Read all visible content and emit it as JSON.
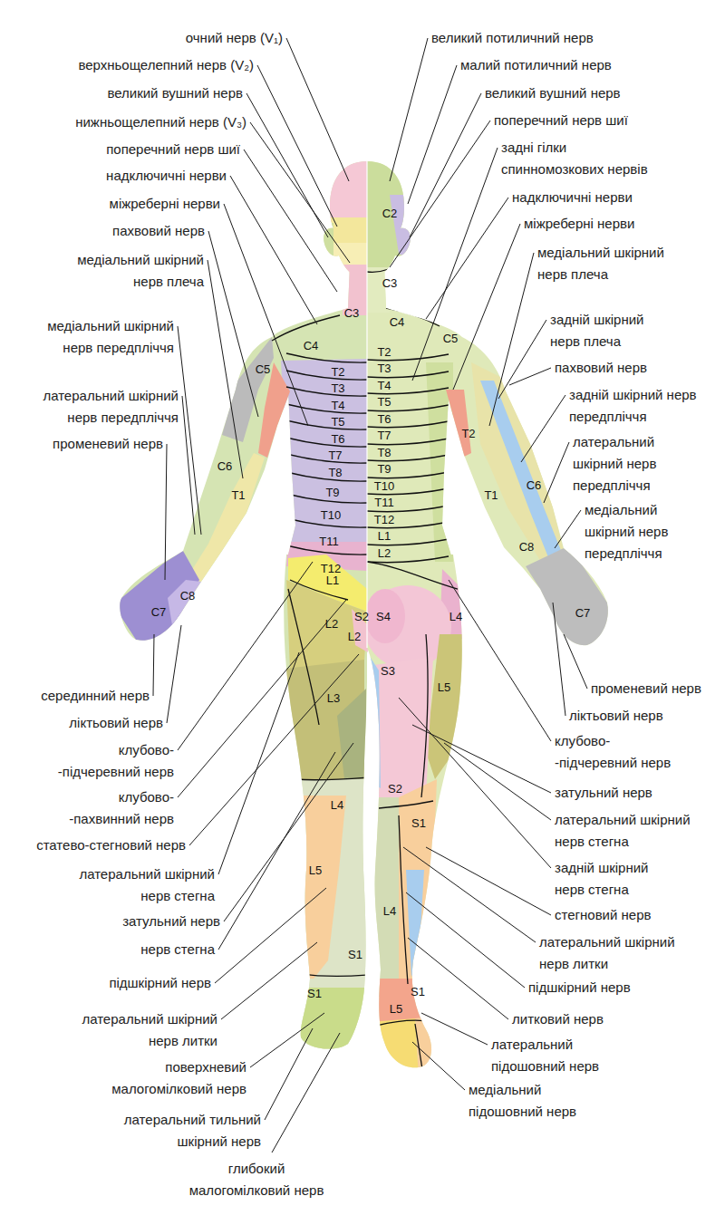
{
  "diagram": {
    "labels": [
      "очний нерв (V₁)",
      "верхньощелепний нерв (V₂)",
      "великий вушний нерв",
      "нижньощелепний нерв (V₃)",
      "поперечний нерв шиї",
      "надключичні нерви",
      "міжреберні нерви",
      "пахвовий нерв",
      "медіальний шкірний нерв плеча",
      "медіальний шкірний нерв передпліччя",
      "латеральний шкірний нерв передпліччя",
      "променевий нерв",
      "серединний нерв",
      "ліктьовий нерв",
      "клубово- -підчеревний нерв",
      "клубово- -пахвинний нерв",
      "статево-стегновий нерв",
      "латеральний шкірний нерв стегна",
      "затульний нерв",
      "нерв стегна",
      "підшкірний нерв",
      "латеральний шкірний нерв литки",
      "поверхневий малогомілковий нерв",
      "латеральний тильний шкірний нерв",
      "глибокий малогомілковий нерв",
      "великий потиличний нерв",
      "малий потиличний нерв",
      "великий вушний нерв",
      "поперечний нерв шиї",
      "задні гілки спинномозкових нервів",
      "надключичні нерви",
      "міжреберні нерви",
      "медіальний шкірний нерв плеча",
      "задній шкірний нерв плеча",
      "пахвовий нерв",
      "задній шкірний нерв передпліччя",
      "латеральний шкірний нерв передпліччя",
      "медіальний шкірний нерв передпліччя",
      "променевий нерв",
      "ліктьовий нерв",
      "клубово- -підчеревний нерв",
      "затульний нерв",
      "латеральний шкірний нерв стегна",
      "задній шкірний нерв стегна",
      "стегновий нерв",
      "латеральний шкірний нерв литки",
      "підшкірний нерв",
      "литковий нерв",
      "латеральний підошовний нерв",
      "медіальний підошовний нерв",
      "C3",
      "C4",
      "C5",
      "T2",
      "T3",
      "T4",
      "T5",
      "T6",
      "T7",
      "T8",
      "T9",
      "T10",
      "T11",
      "T12",
      "C6",
      "T1",
      "C8",
      "C7",
      "L1",
      "S2",
      "L2",
      "L2",
      "L3",
      "L4",
      "L5",
      "S1",
      "S1",
      "C2",
      "C3",
      "C4",
      "C5",
      "T2",
      "T3",
      "T4",
      "T5",
      "T6",
      "T7",
      "T8",
      "T9",
      "T10",
      "T11",
      "T12",
      "L1",
      "L2",
      "S4",
      "S3",
      "L4",
      "L5",
      "S2",
      "S1",
      "L4",
      "S1",
      "L5",
      "T2",
      "T1",
      "C6",
      "C8",
      "C7"
    ]
  }
}
